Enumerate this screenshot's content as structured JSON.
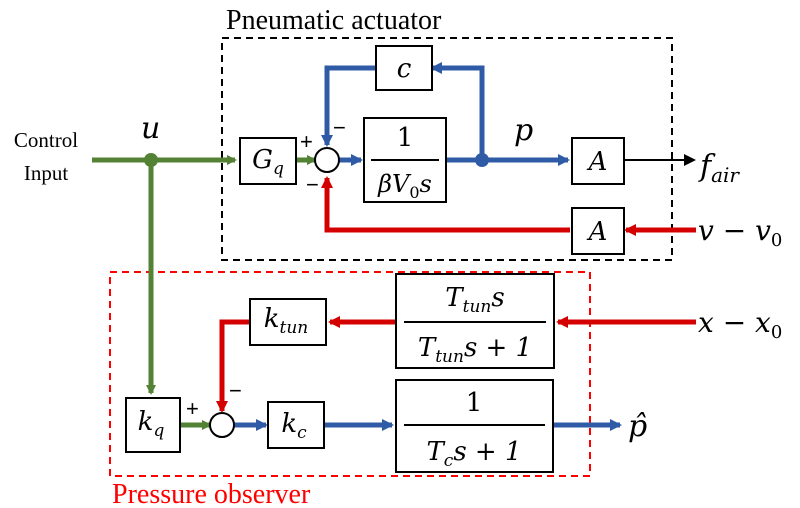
{
  "colors": {
    "green": "#548235",
    "blue": "#2f5ba6",
    "red": "#d40000",
    "black": "#000000",
    "observer_border": "#ff0000",
    "observer_title": "#ff0000"
  },
  "titles": {
    "actuator": "Pneumatic actuator",
    "observer": "Pressure observer"
  },
  "inputs": {
    "control_line1": "Control",
    "control_line2": "Input",
    "u": "u",
    "velocity": "v − v",
    "velocity_sub": "0",
    "position": "x − x",
    "position_sub": "0"
  },
  "signals": {
    "p": "p",
    "f": "f",
    "f_sub": "air",
    "phat": "p̂"
  },
  "blocks": {
    "gq": {
      "main": "G",
      "sub": "q"
    },
    "c": {
      "main": "c"
    },
    "integrator": {
      "num": "1",
      "den_pre": "βV",
      "den_sub": "0",
      "den_post": "s"
    },
    "area_top": {
      "main": "A"
    },
    "area_bottom": {
      "main": "A"
    },
    "ktun": {
      "main": "k",
      "sub": "tun"
    },
    "tun_filter": {
      "num_main": "T",
      "num_sub": "tun",
      "num_post": "s",
      "den_main": "T",
      "den_sub": "tun",
      "den_post": "s + 1"
    },
    "kq": {
      "main": "k",
      "sub": "q"
    },
    "kc": {
      "main": "k",
      "sub": "c"
    },
    "lag": {
      "num": "1",
      "den_main": "T",
      "den_sub": "c",
      "den_post": "s + 1"
    }
  },
  "signs": {
    "sum1_plus": "+",
    "sum1_minus_top": "−",
    "sum1_minus_bottom": "−",
    "sum2_plus": "+",
    "sum2_minus": "−"
  }
}
